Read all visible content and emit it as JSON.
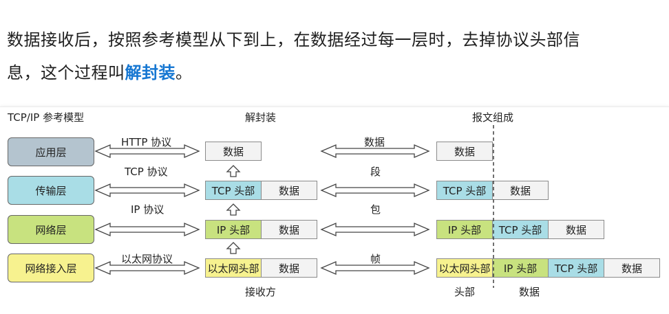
{
  "intro": {
    "line1": "数据接收后，按照参考模型从下到上，在数据经过每一层时，去掉协议头部信",
    "line2_prefix": "息，这个过程叫",
    "line2_keyword": "解封装",
    "line2_suffix": "。"
  },
  "figure": {
    "col_model_title": "TCP/IP 参考模型",
    "col_decap_title": "解封装",
    "col_packet_title": "报文组成",
    "layers": [
      {
        "name": "应用层",
        "protocol": "HTTP 协议",
        "color": "#b4c4cf"
      },
      {
        "name": "传输层",
        "protocol": "TCP 协议",
        "color": "#a9dde6"
      },
      {
        "name": "网络层",
        "protocol": "IP 协议",
        "color": "#c8e27f"
      },
      {
        "name": "网络接入层",
        "protocol": "以太网协议",
        "color": "#f7f28f"
      }
    ],
    "decap": {
      "data": "数据",
      "tcp_header": "TCP 头部",
      "ip_header": "IP 头部",
      "eth_header": "以太网头部"
    },
    "units": [
      "数据",
      "段",
      "包",
      "帧"
    ],
    "receiver_label": "接收方",
    "header_label": "头部",
    "data_label": "数据"
  }
}
